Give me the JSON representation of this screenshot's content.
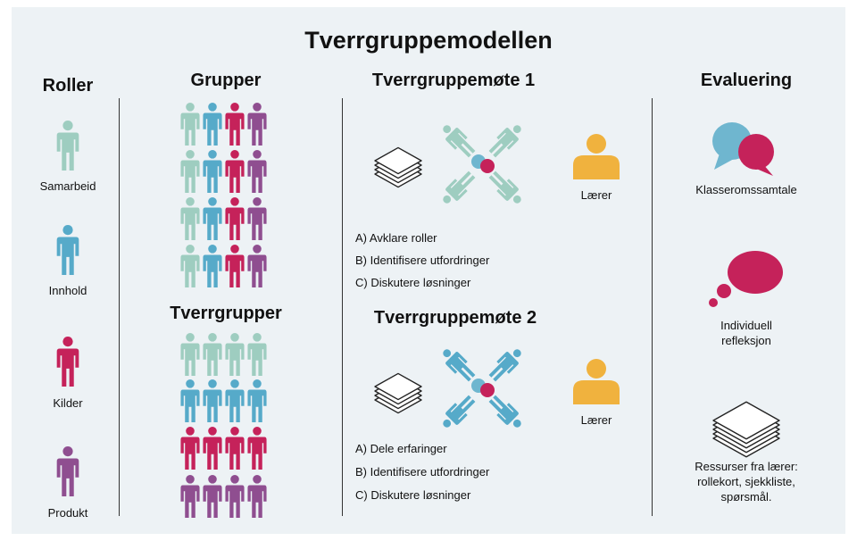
{
  "title": "Tverrgruppemodellen",
  "colors": {
    "samarbeid": "#9ecdc0",
    "innhold": "#56aac9",
    "kilder": "#c5225a",
    "produkt": "#8f4e90",
    "laerer": "#f0b23e",
    "speech_blue": "#6fb6cf"
  },
  "roller": {
    "heading": "Roller",
    "items": [
      {
        "label": "Samarbeid",
        "color": "#9ecdc0"
      },
      {
        "label": "Innhold",
        "color": "#56aac9"
      },
      {
        "label": "Kilder",
        "color": "#c5225a"
      },
      {
        "label": "Produkt",
        "color": "#8f4e90"
      }
    ]
  },
  "grupper": {
    "heading": "Grupper",
    "row_colors": [
      "#9ecdc0",
      "#56aac9",
      "#c5225a",
      "#8f4e90"
    ]
  },
  "tverrgrupper": {
    "heading": "Tverrgrupper",
    "row_colors": [
      "#9ecdc0",
      "#56aac9",
      "#c5225a",
      "#8f4e90"
    ]
  },
  "mote1": {
    "heading": "Tverrgruppemøte 1",
    "figure_color": "#9ecdc0",
    "teacher_label": "Lærer",
    "items": [
      "A) Avklare roller",
      "B) Identifisere utfordringer",
      "C) Diskutere løsninger"
    ]
  },
  "mote2": {
    "heading": "Tverrgruppemøte 2",
    "figure_color": "#56aac9",
    "teacher_label": "Lærer",
    "items": [
      "A) Dele erfaringer",
      "B) Identifisere utfordringer",
      "C) Diskutere løsninger"
    ]
  },
  "evaluering": {
    "heading": "Evaluering",
    "items": [
      {
        "icon": "speech-bubbles-icon",
        "label": "Klasseromssamtale"
      },
      {
        "icon": "thought-bubble-icon",
        "line1": "Individuell",
        "line2": "refleksjon"
      },
      {
        "icon": "paper-stack-icon",
        "line1": "Ressurser fra lærer:",
        "line2": "rollekort, sjekkliste,",
        "line3": "spørsmål."
      }
    ]
  }
}
